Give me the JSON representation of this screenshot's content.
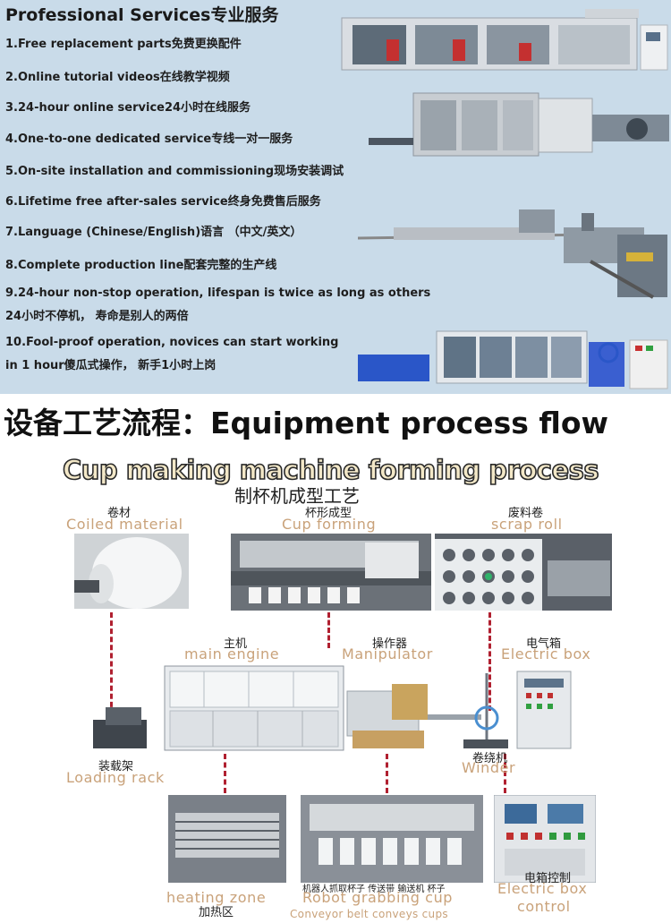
{
  "services": {
    "title": "Professional Services专业服务",
    "items": [
      "1.Free replacement parts免费更换配件",
      "2.Online tutorial videos在线教学视频",
      "3.24-hour online service24小时在线服务",
      "4.One-to-one dedicated service专线一对一服务",
      "5.On-site installation and commissioning现场安装调试",
      "6.Lifetime free after-sales service终身免费售后服务",
      "7.Language (Chinese/English)语言 （中文/英文）",
      "8.Complete production line配套完整的生产线",
      "9.24-hour non-stop operation, lifespan is twice as long as others",
      "24小时不停机， 寿命是别人的两倍",
      "10.Fool-proof operation, novices can start working",
      "in 1 hour傻瓜式操作， 新手1小时上岗"
    ]
  },
  "banner": "设备工艺流程：Equipment process flow",
  "process": {
    "title": "Cup making machine forming process",
    "subtitle": "制杯机成型工艺",
    "coiled_cn": "卷材",
    "coiled_en": "Coiled material",
    "cup_cn": "杯形成型",
    "cup_en": "Cup forming",
    "scrap_cn": "废料卷",
    "scrap_en": "scrap roll",
    "main_cn": "主机",
    "main_en": "main engine",
    "manip_cn": "操作器",
    "manip_en": "Manipulator",
    "elec_cn": "电气箱",
    "elec_en": "Electric box",
    "rack_cn": "装载架",
    "rack_en": "Loading rack",
    "winder_cn": "卷绕机",
    "winder_en": "Winder",
    "heat_en": "heating zone",
    "heat_cn": "加热区",
    "robot_cn": "机器人抓取杯子 传送带 输送机 杯子",
    "robot_en": "Robot grabbing cup",
    "conveyor_en": "Conveyor belt conveys cups",
    "control_cn": "电箱控制",
    "control_en1": "Electric box",
    "control_en2": "control"
  }
}
